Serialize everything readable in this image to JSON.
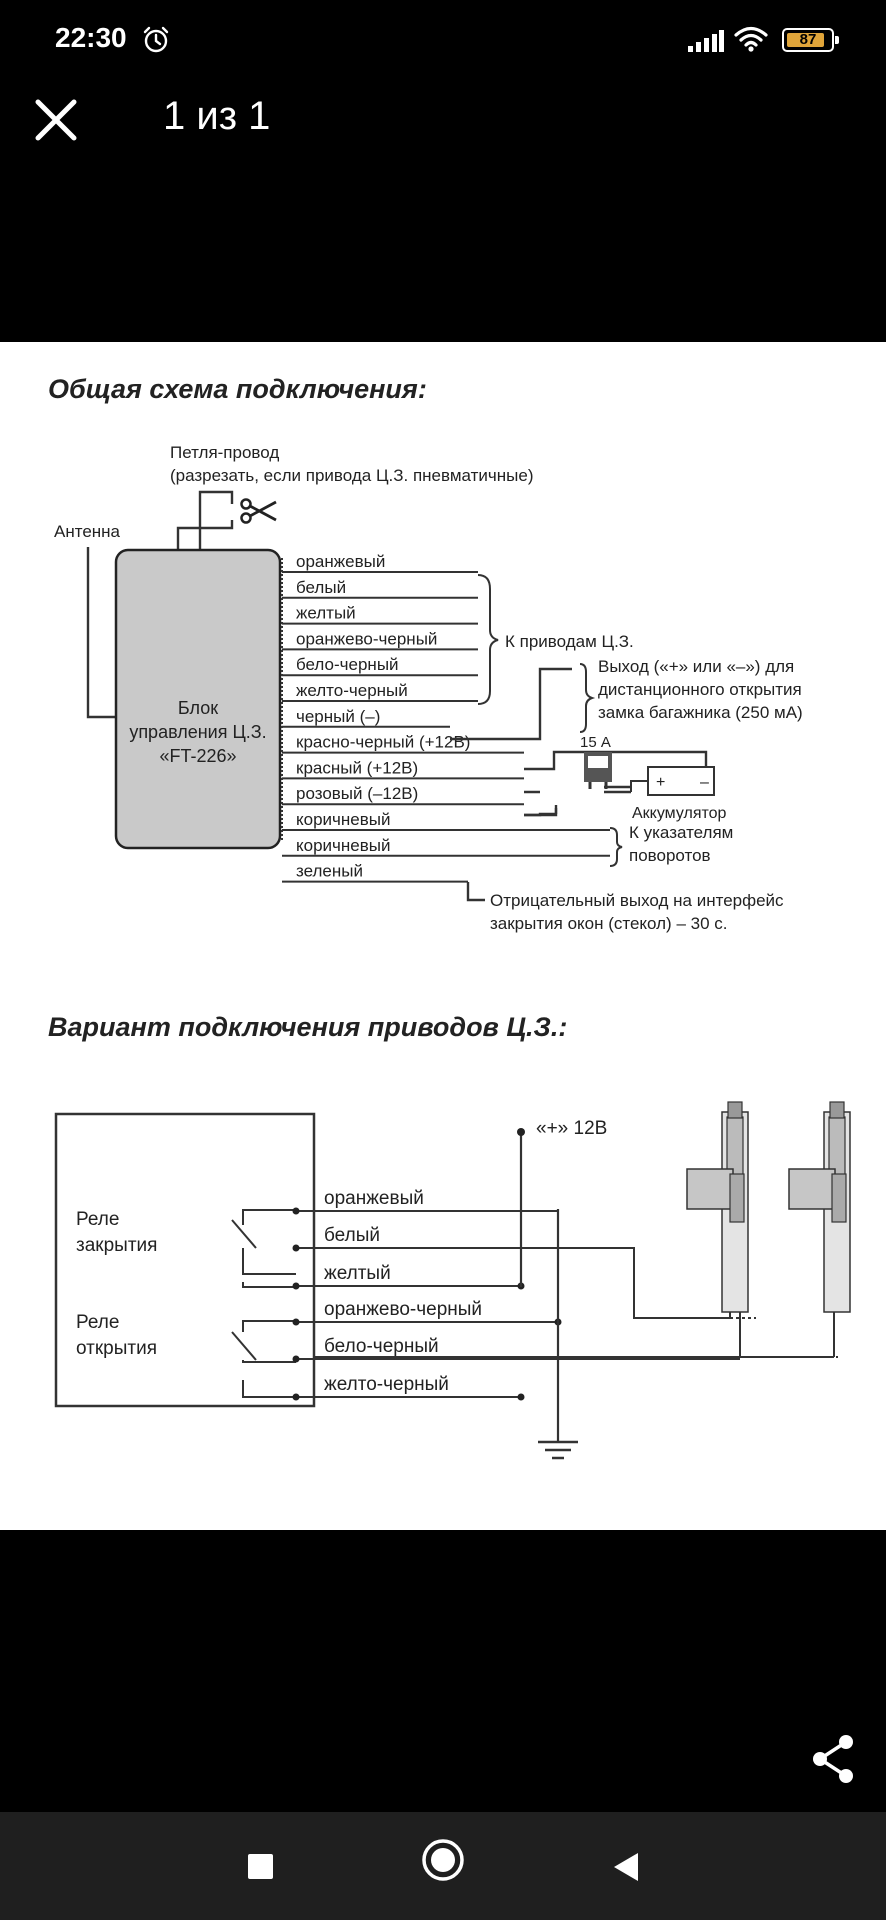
{
  "status_bar": {
    "time": "22:30",
    "battery": "87",
    "battery_level": 0.87,
    "icons": [
      "alarm-icon",
      "signal-icon",
      "wifi-icon",
      "battery-icon"
    ]
  },
  "viewer": {
    "counter": "1 из 1",
    "icons": [
      "close-icon",
      "share-icon"
    ]
  },
  "diagram1": {
    "title": "Общая схема подключения:",
    "loop_label_1": "Петля-провод",
    "loop_label_2": "(разрезать, если привода Ц.З. пневматичные)",
    "antenna": "Антенна",
    "block_1": "Блок",
    "block_2": "управления Ц.З.",
    "block_3": "«FT-226»",
    "wires": [
      "оранжевый",
      "белый",
      "желтый",
      "оранжево-черный",
      "бело-черный",
      "желто-черный",
      "черный (–)",
      "красно-черный (+12В)",
      "красный (+12В)",
      "розовый (–12В)",
      "коричневый",
      "коричневый",
      "зеленый"
    ],
    "to_actuators": "К приводам Ц.З.",
    "trunk_1": "Выход («+» или «–») для",
    "trunk_2": "дистанционного открытия",
    "trunk_3": "замка багажника (250 мА)",
    "fuse": "15 А",
    "battery": "Аккумулятор",
    "turn_1": "К указателям",
    "turn_2": "поворотов",
    "window_1": "Отрицательный выход на интерфейс",
    "window_2": "закрытия окон (стекол) – 30 с."
  },
  "diagram2": {
    "title": "Вариант подключения приводов Ц.З.:",
    "relay_close_1": "Реле",
    "relay_close_2": "закрытия",
    "relay_open_1": "Реле",
    "relay_open_2": "открытия",
    "power": "«+» 12В",
    "wires": [
      "оранжевый",
      "белый",
      "желтый",
      "оранжево-черный",
      "бело-черный",
      "желто-черный"
    ]
  },
  "nav": {
    "icons": [
      "recents-square-icon",
      "home-circle-icon",
      "back-triangle-icon"
    ]
  }
}
